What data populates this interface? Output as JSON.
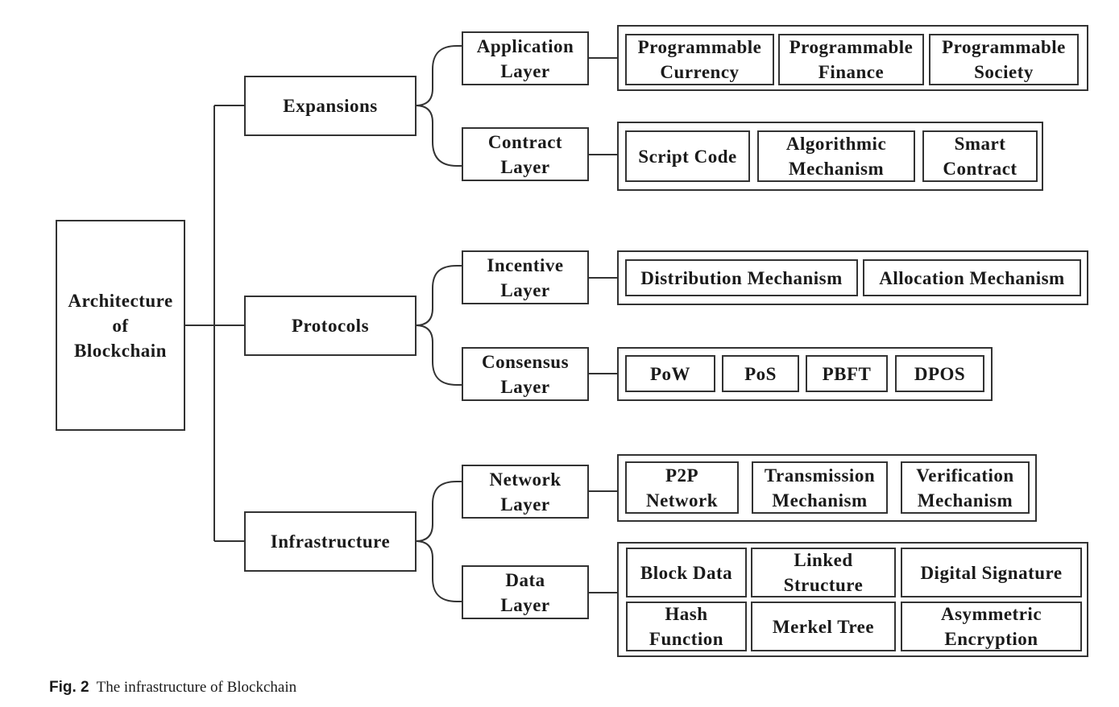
{
  "root": {
    "label": "Architecture\nof\nBlockchain"
  },
  "categories": [
    {
      "label": "Expansions",
      "layers": [
        {
          "label": "Application\nLayer",
          "items": [
            "Programmable\nCurrency",
            "Programmable\nFinance",
            "Programmable\nSociety"
          ]
        },
        {
          "label": "Contract\nLayer",
          "items": [
            "Script Code",
            "Algorithmic\nMechanism",
            "Smart\nContract"
          ]
        }
      ]
    },
    {
      "label": "Protocols",
      "layers": [
        {
          "label": "Incentive\nLayer",
          "items": [
            "Distribution Mechanism",
            "Allocation Mechanism"
          ]
        },
        {
          "label": "Consensus\nLayer",
          "items": [
            "PoW",
            "PoS",
            "PBFT",
            "DPOS"
          ]
        }
      ]
    },
    {
      "label": "Infrastructure",
      "layers": [
        {
          "label": "Network\nLayer",
          "items": [
            "P2P\nNetwork",
            "Transmission\nMechanism",
            "Verification\nMechanism"
          ]
        },
        {
          "label": "Data\nLayer",
          "items": [
            "Block Data",
            "Linked\nStructure",
            "Digital Signature",
            "Hash\nFunction",
            "Merkel Tree",
            "Asymmetric\nEncryption"
          ]
        }
      ]
    }
  ],
  "caption": {
    "label": "Fig. 2",
    "text": "The infrastructure of Blockchain"
  }
}
